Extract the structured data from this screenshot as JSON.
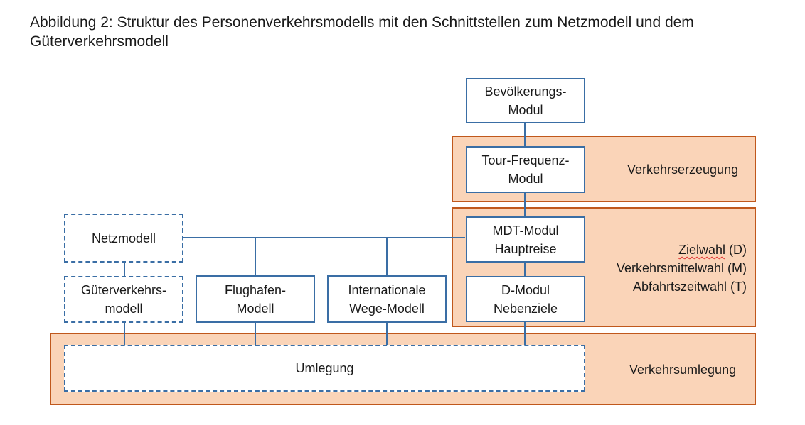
{
  "caption": "Abbildung 2: Struktur des Personenverkehrsmodells mit den Schnittstellen zum Netzmodell und dem Güterverkehrsmodell",
  "colors": {
    "band_fill": "#fad4b8",
    "band_border": "#c0581c",
    "box_border": "#3a6ea5"
  },
  "boxes": {
    "bevoelkerung": "Bevölkerungs-\nModul",
    "tour_frequenz": "Tour-Frequenz-\nModul",
    "mdt_modul": "MDT-Modul\nHauptreise",
    "d_modul": "D-Modul\nNebenziele",
    "netzmodell": "Netzmodell",
    "gueterverkehr": "Güterverkehrs-\nmodell",
    "flughafen": "Flughafen-\nModell",
    "international": "Internationale\nWege-Modell",
    "umlegung": "Umlegung"
  },
  "bands": {
    "verkehrserzeugung": "Verkehrserzeugung",
    "choice": {
      "zielwahl_word": "Zielwahl",
      "zielwahl_suffix": " (D)",
      "verkehrsmittelwahl": "Verkehrsmittelwahl (M)",
      "abfahrtszeitwahl": "Abfahrtszeitwahl (T)"
    },
    "verkehrsumlegung": "Verkehrsumlegung"
  }
}
